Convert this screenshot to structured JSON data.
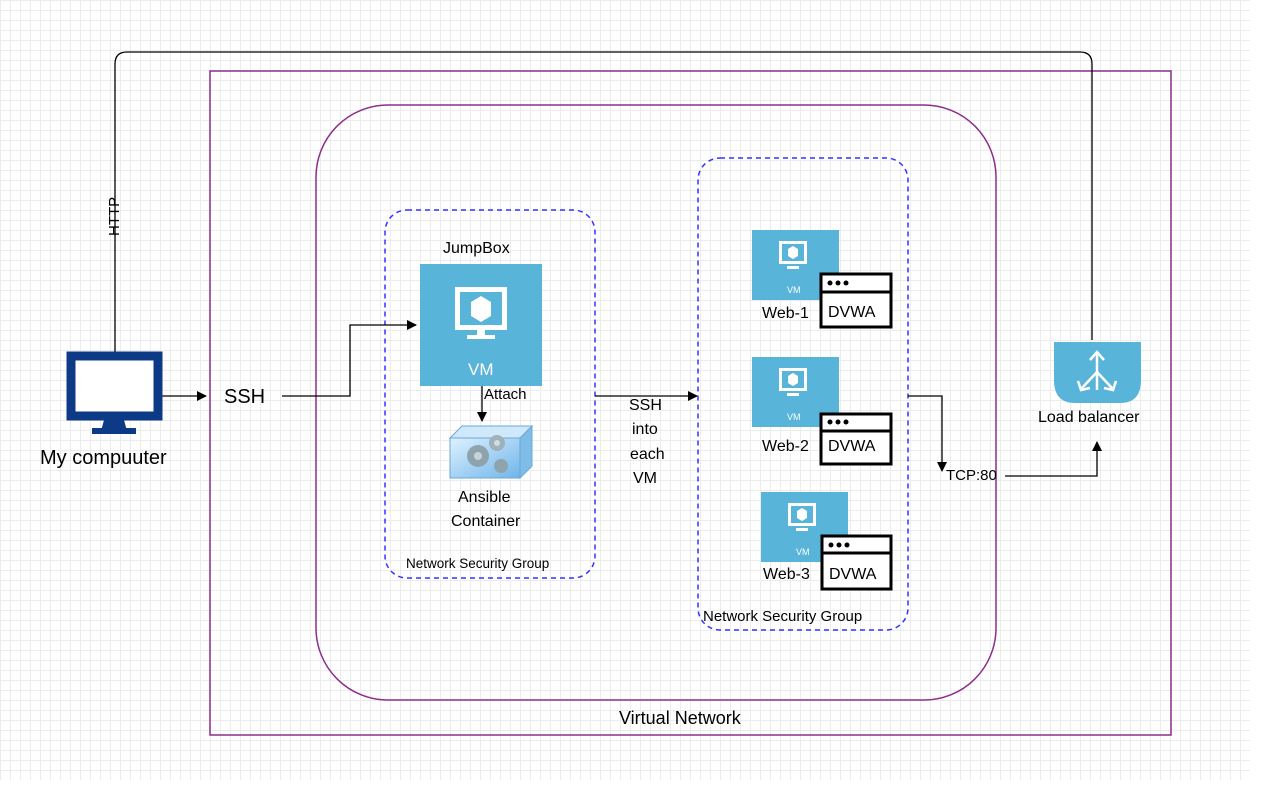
{
  "computer": {
    "label": "My compuuter"
  },
  "labels": {
    "http": "HTTP",
    "ssh": "SSH",
    "attach": "Attach",
    "ssh_each_line1": "SSH",
    "ssh_each_line2": "into",
    "ssh_each_line3": "each",
    "ssh_each_line4": "VM",
    "tcp": "TCP:80"
  },
  "virtual_network": {
    "label": "Virtual Network"
  },
  "jumpbox_group": {
    "title": "JumpBox",
    "vm_label": "VM",
    "ansible_line1": "Ansible",
    "ansible_line2": "Container",
    "nsg_label": "Network Security Group"
  },
  "web_group": {
    "nsg_label": "Network Security Group",
    "vm_badge": "VM",
    "app_label": "DVWA",
    "servers": [
      {
        "label": "Web-1"
      },
      {
        "label": "Web-2"
      },
      {
        "label": "Web-3"
      }
    ]
  },
  "load_balancer": {
    "label": "Load balancer"
  },
  "colors": {
    "vm_blue": "#59B4D9",
    "monitor_navy": "#0C3A86",
    "network_purple": "#8B2E8C",
    "nsg_dashed": "#3333FF",
    "line": "#000000"
  }
}
